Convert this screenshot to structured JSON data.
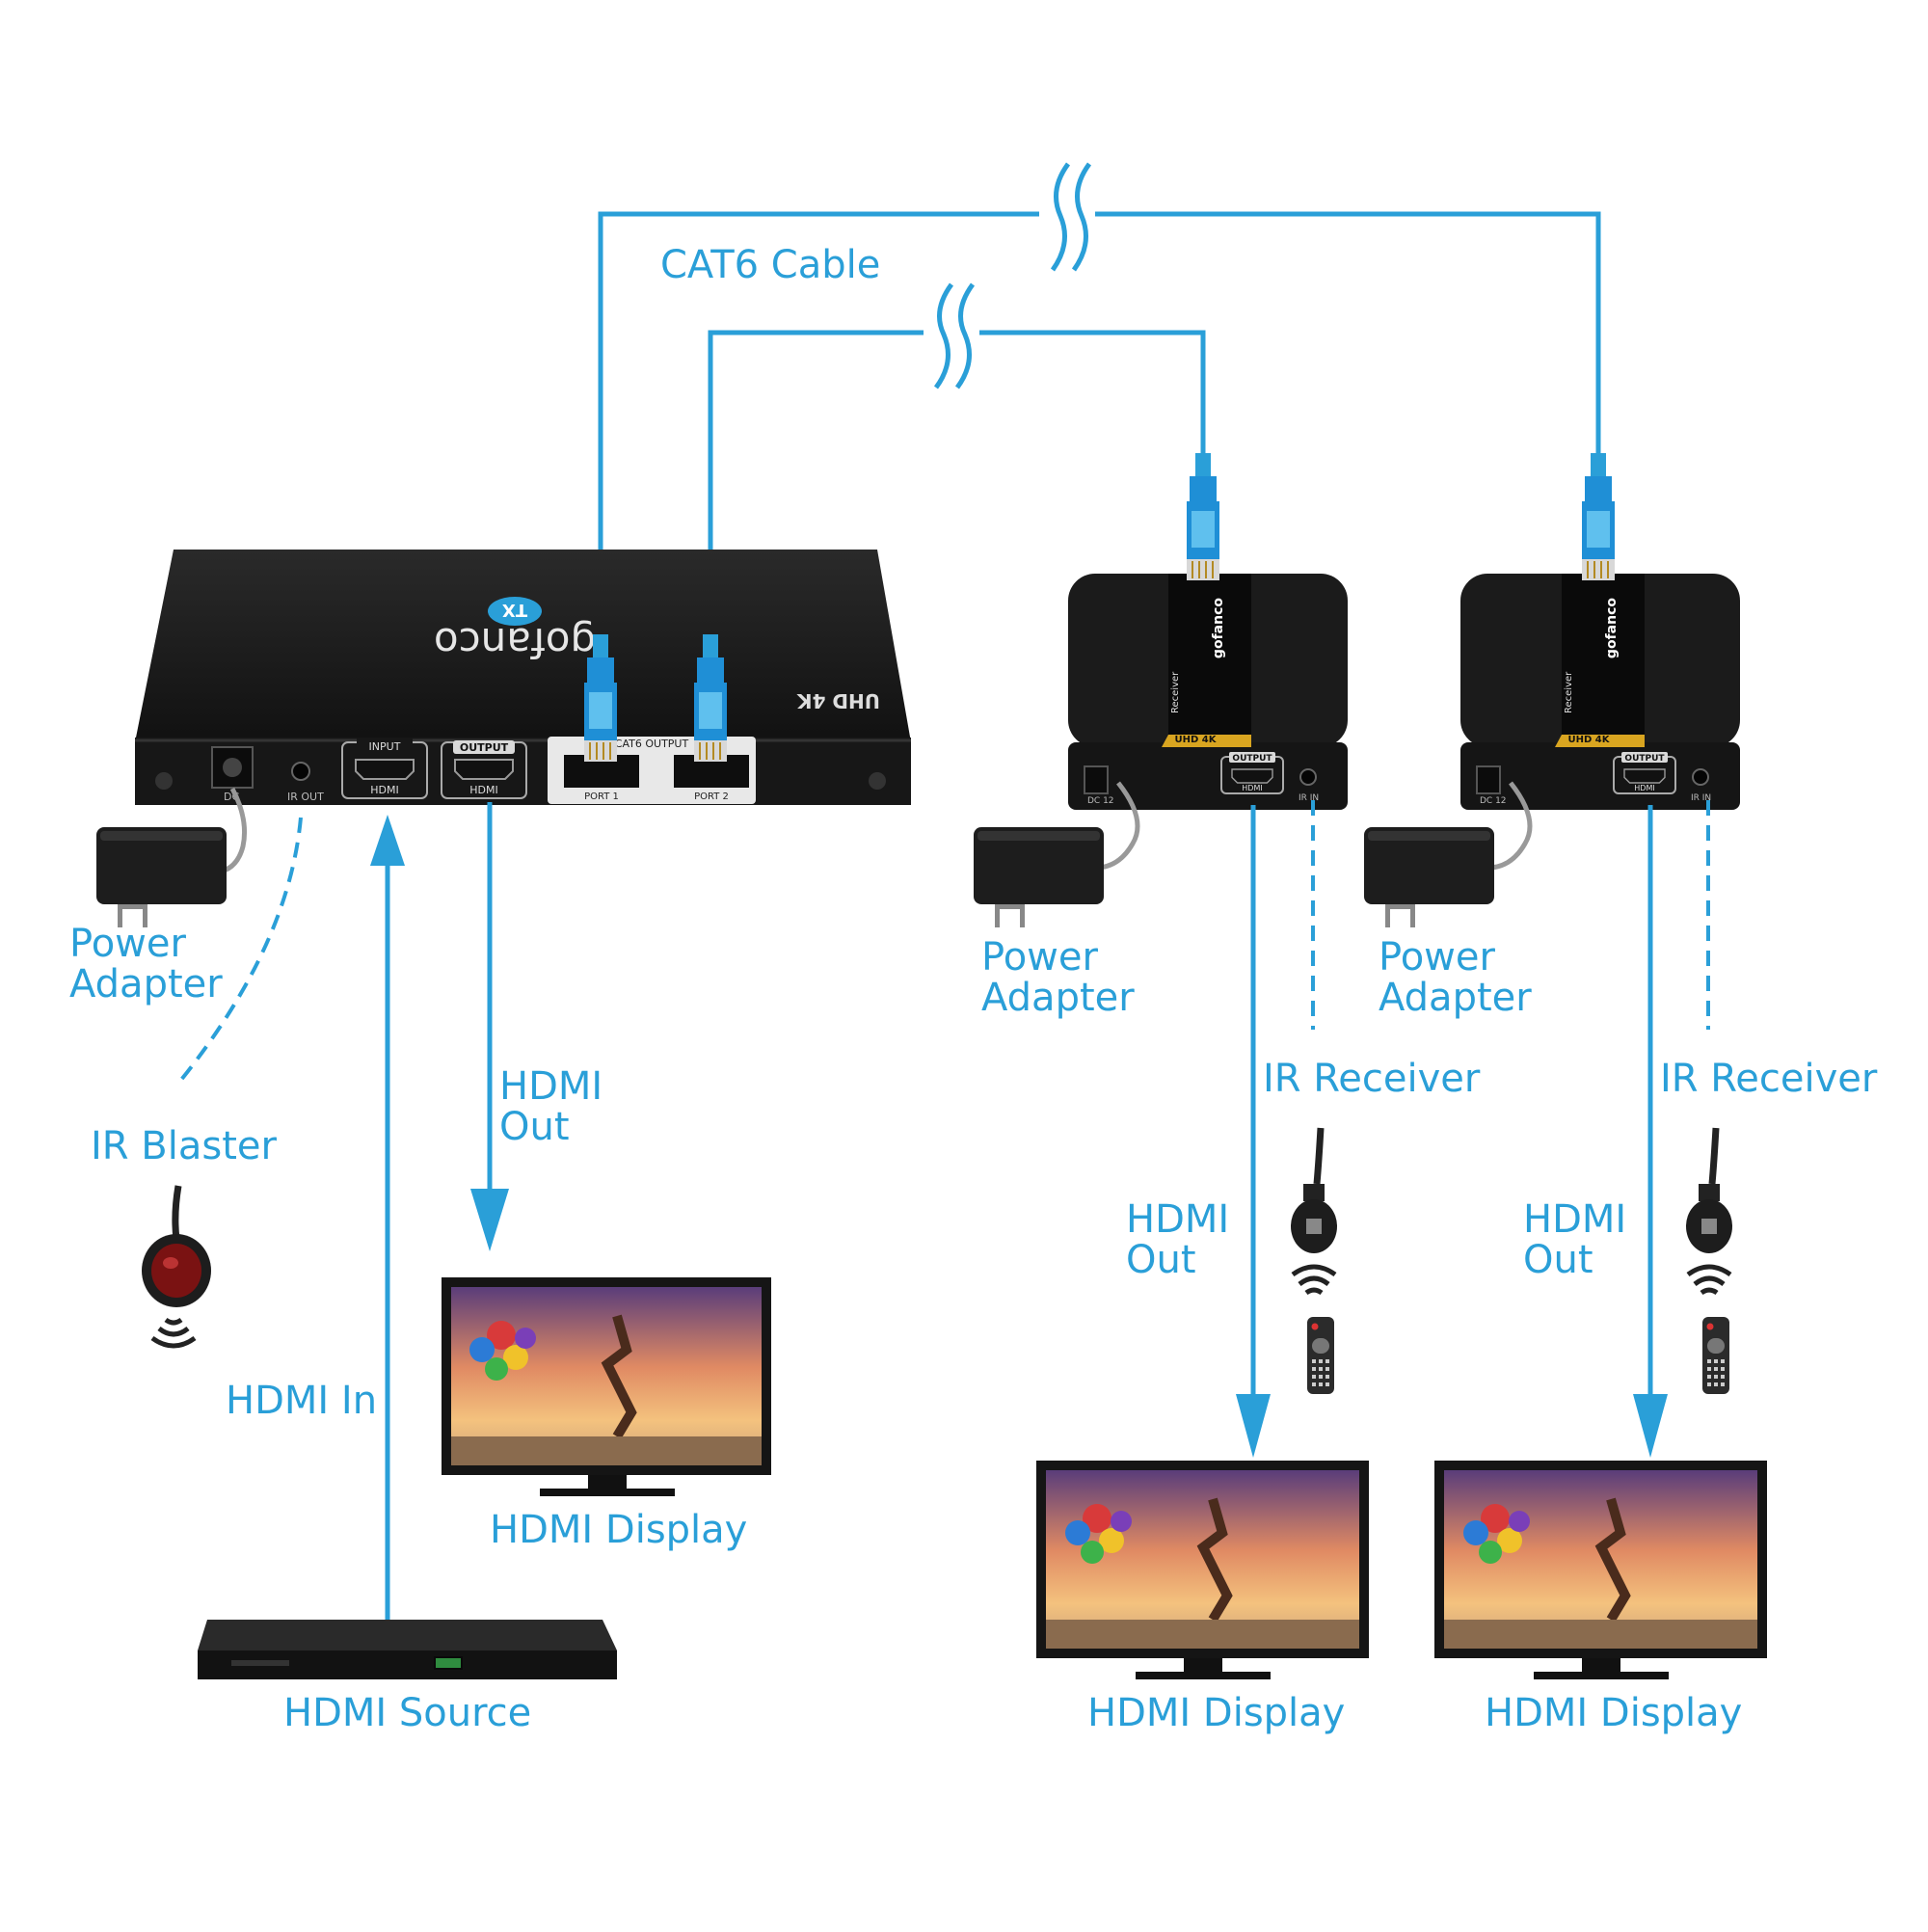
{
  "labels": {
    "cat6_cable": "CAT6 Cable",
    "tx_power_adapter_1": "Power",
    "tx_power_adapter_2": "Adapter",
    "ir_blaster": "IR Blaster",
    "hdmi_in": "HDMI In",
    "tx_hdmi_out_1": "HDMI",
    "tx_hdmi_out_2": "Out",
    "local_display": "HDMI Display",
    "hdmi_source": "HDMI Source",
    "rx1_power_adapter_1": "Power",
    "rx1_power_adapter_2": "Adapter",
    "rx2_power_adapter_1": "Power",
    "rx2_power_adapter_2": "Adapter",
    "rx1_ir_receiver": "IR Receiver",
    "rx2_ir_receiver": "IR Receiver",
    "rx1_hdmi_out_1": "HDMI",
    "rx1_hdmi_out_2": "Out",
    "rx2_hdmi_out_1": "HDMI",
    "rx2_hdmi_out_2": "Out",
    "rx1_display": "HDMI Display",
    "rx2_display": "HDMI Display"
  },
  "transmitter": {
    "brand": "gofanco",
    "badge": "TX",
    "model": "UHD 4K",
    "port_dc": "DC",
    "port_ir_out": "IR OUT",
    "input_tag": "INPUT",
    "input_port": "HDMI",
    "output_tag": "OUTPUT",
    "output_port": "HDMI",
    "cat6_output_tag": "CAT6 OUTPUT",
    "port1": "PORT 1",
    "port2": "PORT 2"
  },
  "receiver": {
    "brand": "gofanco",
    "type": "Receiver",
    "model": "UHD 4K",
    "output_tag": "OUTPUT",
    "output_port": "HDMI",
    "port_dc": "DC 12",
    "port_ir_in": "IR IN"
  },
  "colors": {
    "accent": "#2a9fd8",
    "device": "#1b1b1b",
    "connector": "#1f8fd6",
    "gold": "#d9a520",
    "ir_lens": "#7a1212"
  }
}
